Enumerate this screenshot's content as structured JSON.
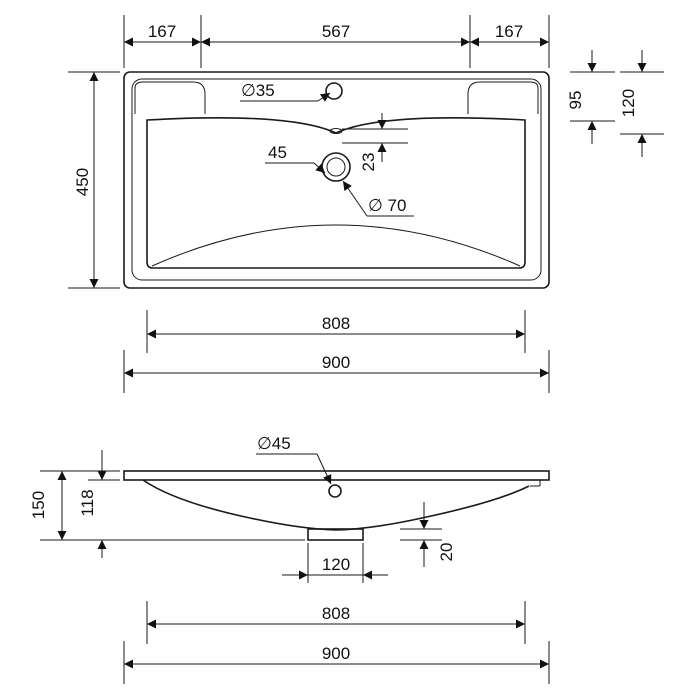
{
  "top_view": {
    "dim_left_margin": "167",
    "dim_middle": "567",
    "dim_right_margin": "167",
    "dim_height": "450",
    "dim_tap_hole": "∅35",
    "dim_overflow_depth": "23",
    "dim_drain_offset": "45",
    "dim_drain_hole": "∅ 70",
    "dim_shelf_95": "95",
    "dim_shelf_120": "120",
    "dim_inner_width": "808",
    "dim_outer_width": "900"
  },
  "side_view": {
    "dim_drain_diameter": "∅45",
    "dim_total_height": "150",
    "dim_bowl_height": "118",
    "dim_outlet_width": "120",
    "dim_outlet_height": "20",
    "dim_inner_width": "808",
    "dim_outer_width": "900"
  }
}
